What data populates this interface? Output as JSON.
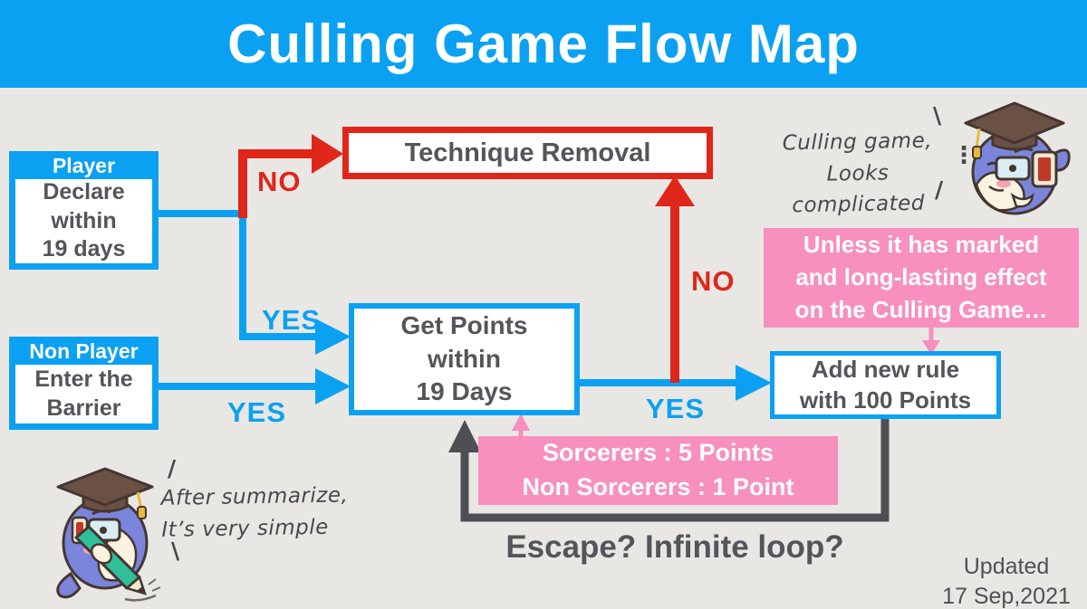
{
  "title": "Culling Game Flow Map",
  "colors": {
    "header_blue": "#0BA1F2",
    "arrow_blue": "#0BA1F2",
    "arrow_red": "#E02619",
    "arrow_gray": "#4E4F52",
    "note_pink": "#F78FBF",
    "background": "#E8E7E4",
    "box_text_gray": "#54555A"
  },
  "nodes": {
    "player": {
      "tag": "Player",
      "text": "Declare\nwithin\n19 days"
    },
    "non_player": {
      "tag": "Non Player",
      "text": "Enter the\nBarrier"
    },
    "technique_removal": {
      "text": "Technique Removal"
    },
    "get_points": {
      "text": "Get Points\nwithin\n19 Days"
    },
    "add_rule": {
      "text": "Add new rule\nwith 100 Points"
    }
  },
  "notes": {
    "unless": "Unless it has marked\nand long-lasting effect\non the Culling Game…",
    "points": "Sorcerers : 5 Points\nNon Sorcerers : 1 Point"
  },
  "edge_labels": {
    "no_technique": "NO",
    "yes_declare": "YES",
    "yes_barrier": "YES",
    "yes_rule": "YES",
    "no_rule": "NO"
  },
  "captions": {
    "top_right": {
      "line1": "Culling game,",
      "line2": "Looks complicated",
      "mark_top": "\\",
      "mark_mid": "⋮",
      "mark_bottom": "/"
    },
    "bottom_left": {
      "line1": "After summarize,",
      "line2": "It’s very simple",
      "mark_top": "/",
      "mark_bottom": "\\"
    },
    "escape": "Escape? Infinite loop?",
    "updated_line1": "Updated",
    "updated_line2": "17 Sep,2021"
  }
}
